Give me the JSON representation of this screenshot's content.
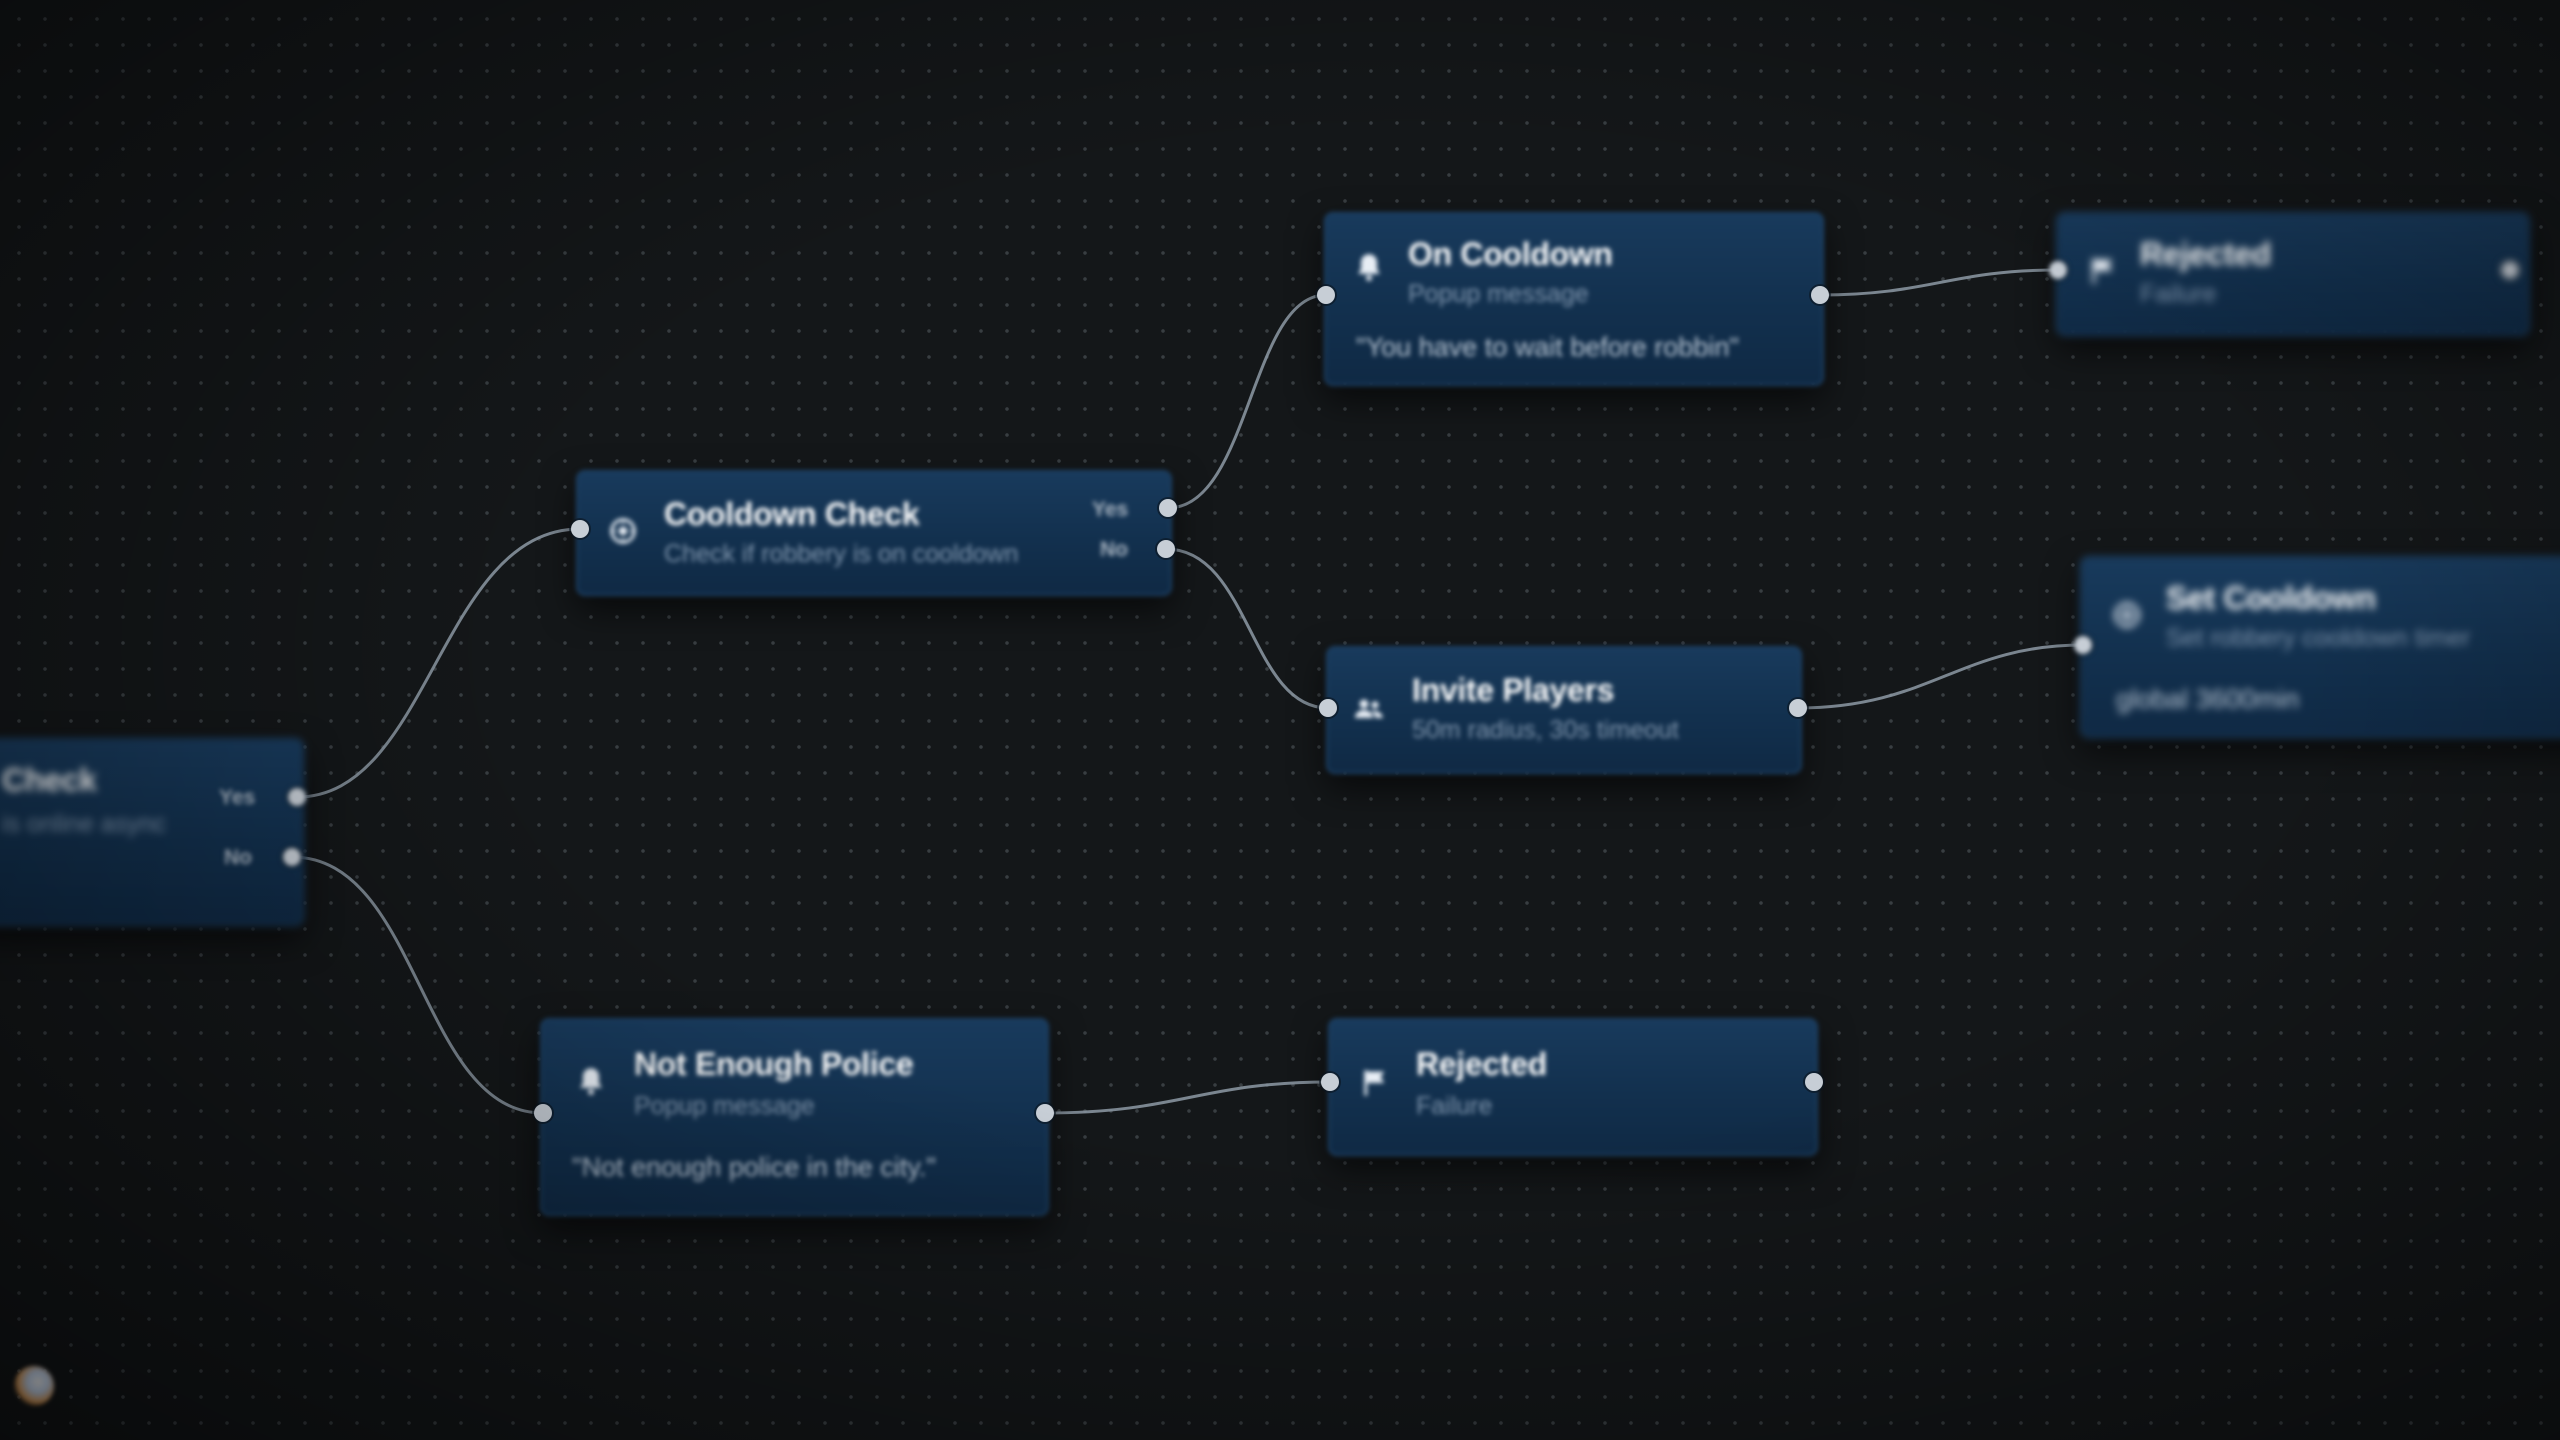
{
  "nodes": {
    "partial_check": {
      "title": "Check",
      "subtitle": "is online async",
      "yes_label": "Yes",
      "no_label": "No",
      "icon": "gear-icon"
    },
    "cooldown_check": {
      "title": "Cooldown Check",
      "subtitle": "Check if robbery is on cooldown",
      "yes_label": "Yes",
      "no_label": "No",
      "icon": "gear-icon"
    },
    "on_cooldown": {
      "title": "On Cooldown",
      "subtitle": "Popup message",
      "message": "\"You have to wait before robbin\"",
      "icon": "bell-icon"
    },
    "rejected_top": {
      "title": "Rejected",
      "subtitle": "Failure",
      "icon": "flag-icon"
    },
    "invite_players": {
      "title": "Invite Players",
      "subtitle": "50m radius, 30s timeout",
      "icon": "users-icon"
    },
    "set_cooldown": {
      "title": "Set Cooldown",
      "subtitle": "Set robbery cooldown timer",
      "value": "global 3600min",
      "icon": "gear-icon"
    },
    "not_enough_police": {
      "title": "Not Enough Police",
      "subtitle": "Popup message",
      "message": "\"Not enough police in the city.\"",
      "icon": "bell-icon"
    },
    "rejected_bottom": {
      "title": "Rejected",
      "subtitle": "Failure",
      "icon": "flag-icon"
    }
  },
  "colors": {
    "canvas_background": "#141719",
    "node_background": "#13324f",
    "node_border": "#21476d",
    "wire": "#8d9aa6",
    "port": "#c7ced6"
  }
}
